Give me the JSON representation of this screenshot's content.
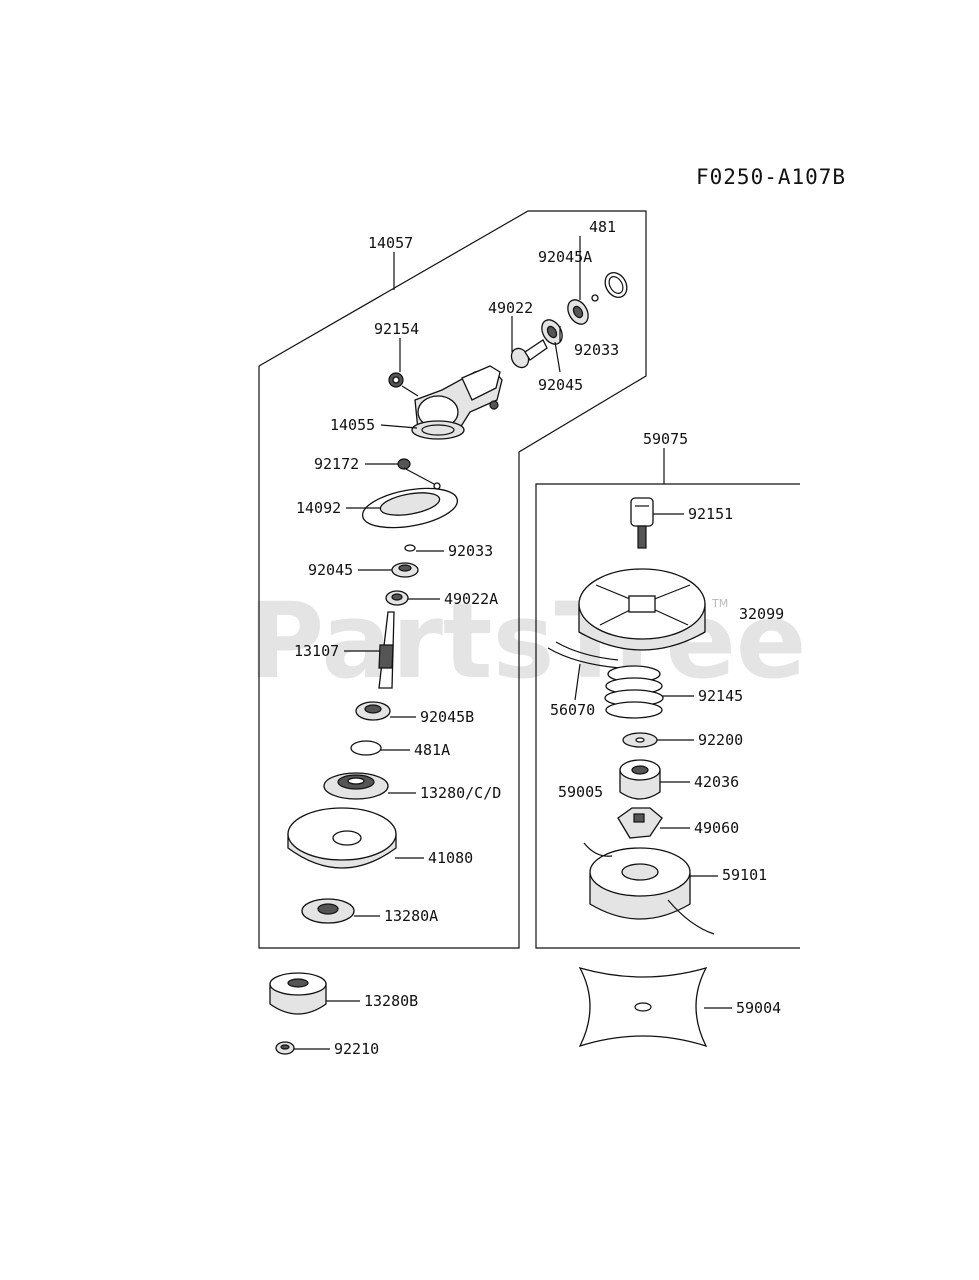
{
  "diagram_code": "F0250-A107B",
  "watermark": "PartsTree",
  "watermark_tm": "TM",
  "parts": {
    "p14057": "14057",
    "p481": "481",
    "p92045A": "92045A",
    "p49022": "49022",
    "p92154": "92154",
    "p92033a": "92033",
    "p92045a": "92045",
    "p14055": "14055",
    "p92172": "92172",
    "p14092": "14092",
    "p92033b": "92033",
    "p92045b": "92045",
    "p49022A": "49022A",
    "p13107": "13107",
    "p92045B": "92045B",
    "p481A": "481A",
    "p13280CD": "13280/C/D",
    "p41080": "41080",
    "p13280A": "13280A",
    "p13280B": "13280B",
    "p92210": "92210",
    "p59075": "59075",
    "p92151": "92151",
    "p32099": "32099",
    "p56070": "56070",
    "p92145": "92145",
    "p92200": "92200",
    "p59005": "59005",
    "p42036": "42036",
    "p49060": "49060",
    "p59101": "59101",
    "p59004": "59004"
  }
}
